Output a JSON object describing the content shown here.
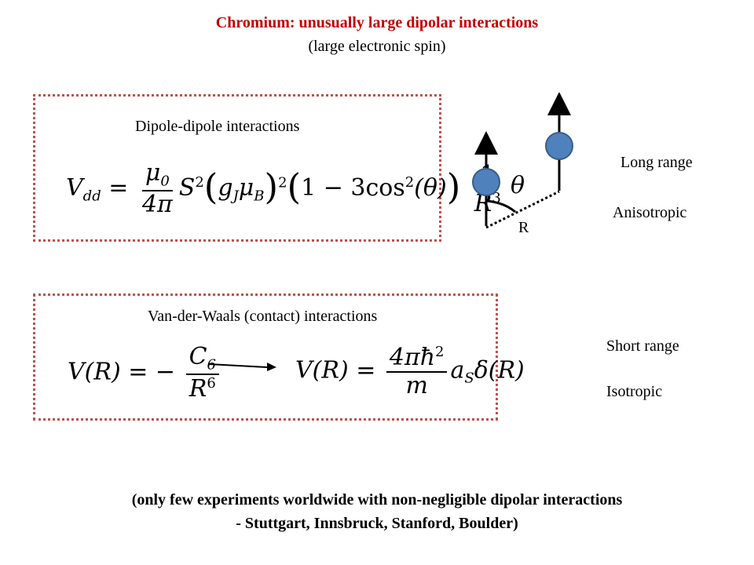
{
  "header": {
    "title": "Chromium: unusually large dipolar interactions",
    "subtitle": "(large electronic spin)"
  },
  "dipole_box": {
    "label": "Dipole-dipole interactions",
    "formula": {
      "lhs": "V",
      "lhs_sub": "dd",
      "mu0_num": "μ",
      "mu0_sub": "0",
      "mu0_den": "4π",
      "spin": "S",
      "spin_exp": "2",
      "coupling_g": "g",
      "coupling_g_sub": "J",
      "coupling_mu": "μ",
      "coupling_mu_sub": "B",
      "coupling_exp": "2",
      "angular": "1 − 3cos",
      "angular_exp": "2",
      "angular_arg": "(θ)",
      "inv_num": "1",
      "inv_den": "R",
      "inv_den_exp": "3"
    }
  },
  "diagram": {
    "theta_label": "θ",
    "r_label": "R",
    "color_dipole": "#4f81bd",
    "color_dipole_stroke": "#385d8a"
  },
  "dipole_properties": {
    "range": "Long range",
    "symmetry": "Anisotropic"
  },
  "vdw_box": {
    "label": "Van-der-Waals (contact) interactions",
    "formula_left": {
      "lhs": "V(R) = −",
      "num": "C",
      "num_sub": "6",
      "den": "R",
      "den_exp": "6"
    },
    "formula_right": {
      "lhs": "V(R) =",
      "num": "4πħ",
      "num_exp": "2",
      "den": "m",
      "tail": "a",
      "tail_sub": "S",
      "tail_rest": "δ(R)"
    }
  },
  "vdw_properties": {
    "range": "Short range",
    "symmetry": "Isotropic"
  },
  "footer": {
    "line1": "(only few experiments worldwide with non-negligible dipolar interactions",
    "line2": "- Stuttgart, Innsbruck, Stanford, Boulder)"
  }
}
